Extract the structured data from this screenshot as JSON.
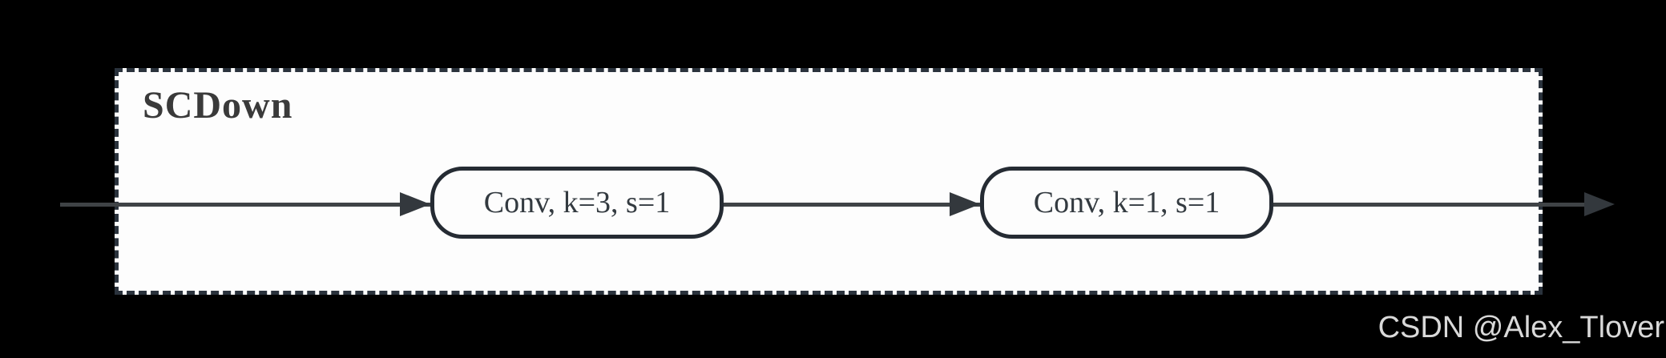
{
  "diagram": {
    "title": "SCDown",
    "type": "flow",
    "direction": "left-to-right",
    "nodes": [
      {
        "id": "conv1",
        "label": "Conv, k=3, s=1"
      },
      {
        "id": "conv2",
        "label": "Conv, k=1, s=1"
      }
    ],
    "edges": [
      {
        "from": "input",
        "to": "conv1",
        "arrowhead": true
      },
      {
        "from": "conv1",
        "to": "conv2",
        "arrowhead": true
      },
      {
        "from": "conv2",
        "to": "output",
        "arrowhead": true
      }
    ]
  },
  "watermark": {
    "text": "CSDN @Alex_Tlover"
  },
  "colors": {
    "background": "#000000",
    "panel_fill": "#fdfdfd",
    "dashed_border": "#2a323c",
    "node_border": "#252b33",
    "arrow": "#3f4346",
    "arrowhead": "#33383d",
    "node_text": "#333a40",
    "title_color": "#3a3a3a",
    "watermark_color": "#d9d9d9"
  }
}
